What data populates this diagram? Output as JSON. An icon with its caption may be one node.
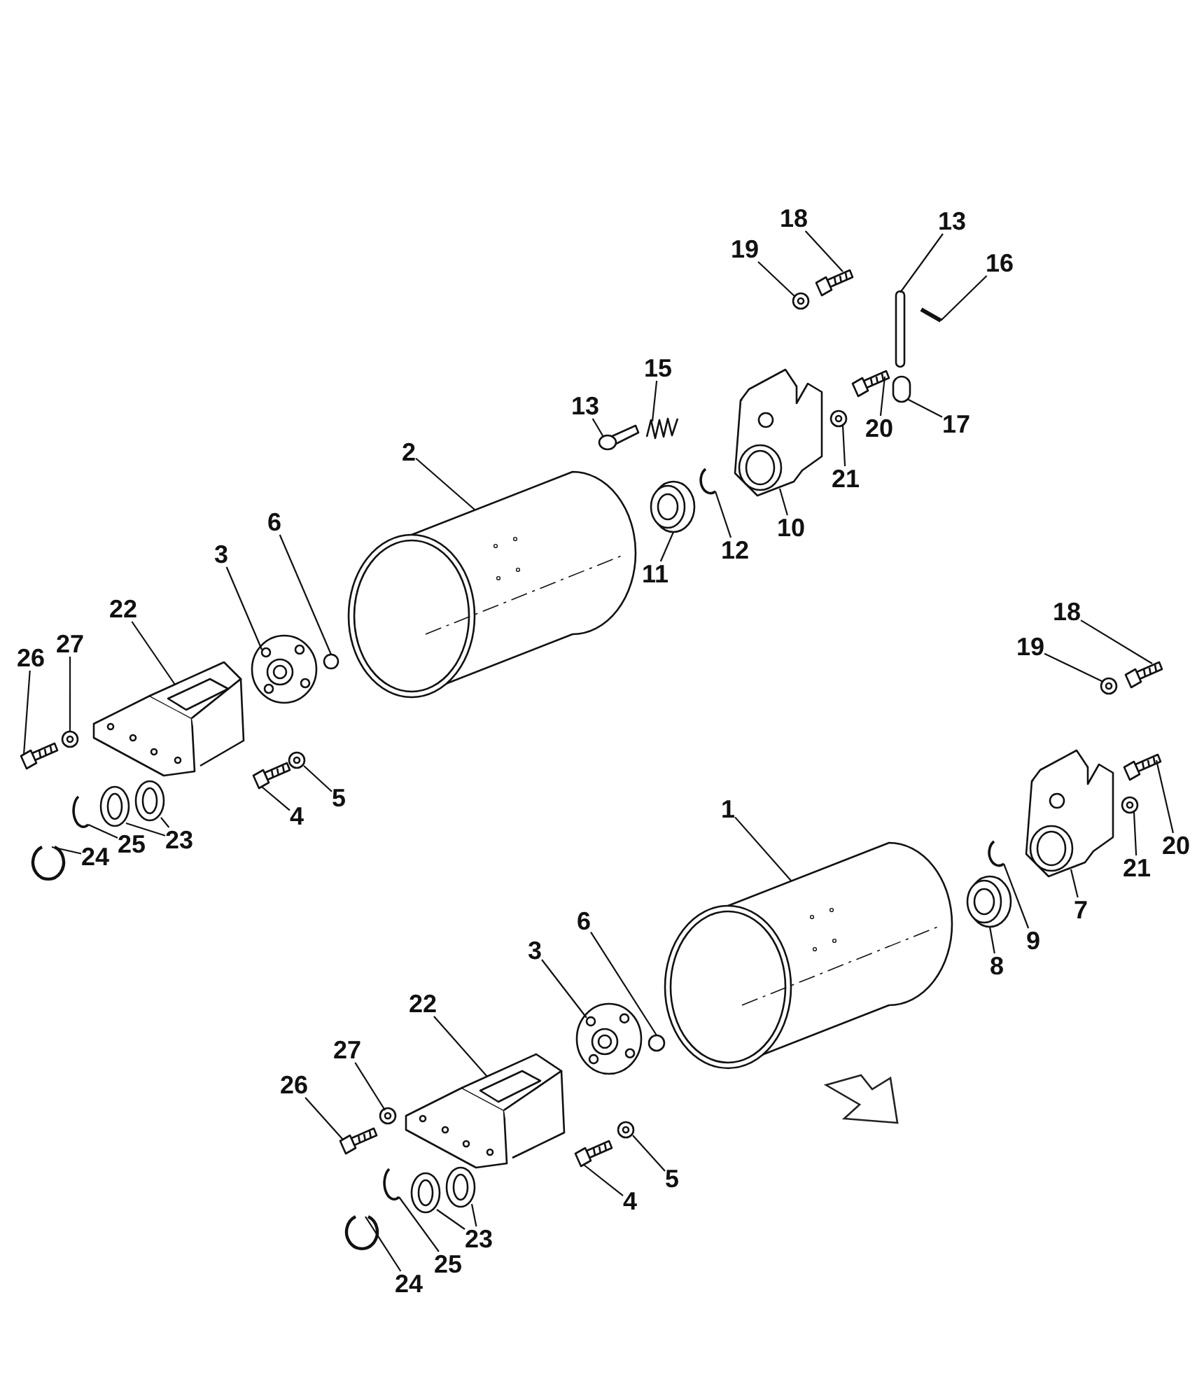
{
  "diagram": {
    "nodes": [
      {
        "text": [
          "2"
        ]
      },
      {
        "text": [],
        "shape": "picture"
      },
      {
        "text": [
          "3"
        ]
      },
      {
        "text": [],
        "shape": "picture"
      },
      {
        "text": [
          "6"
        ]
      },
      {
        "text": [],
        "shape": "circle"
      },
      {
        "text": [
          "22"
        ]
      },
      {
        "text": [],
        "shape": "picture"
      },
      {
        "text": [
          "27"
        ]
      },
      {
        "text": [],
        "shape": "picture"
      },
      {
        "text": [
          "26"
        ]
      },
      {
        "text": [],
        "shape": "picture"
      },
      {
        "text": [
          "4"
        ]
      },
      {
        "text": [],
        "shape": "picture"
      },
      {
        "text": [
          "5"
        ]
      },
      {
        "text": [],
        "shape": "picture"
      },
      {
        "text": [
          "23"
        ]
      },
      {
        "text": [],
        "shape": "picture"
      },
      {
        "text": [],
        "shape": "picture"
      },
      {
        "text": [
          "24"
        ]
      },
      {
        "text": [],
        "shape": "picture"
      },
      {
        "text": [
          "25"
        ]
      },
      {
        "text": [],
        "shape": "picture"
      },
      {
        "text": [
          "13"
        ]
      },
      {
        "text": [],
        "shape": "picture"
      },
      {
        "text": [
          "15"
        ]
      },
      {
        "text": [],
        "shape": "picture"
      },
      {
        "text": [
          "11"
        ]
      },
      {
        "text": [],
        "shape": "picture"
      },
      {
        "text": [
          "12"
        ]
      },
      {
        "text": [],
        "shape": "picture"
      },
      {
        "text": [
          "10"
        ]
      },
      {
        "text": [],
        "shape": "picture"
      },
      {
        "text": [
          "18"
        ]
      },
      {
        "text": [],
        "shape": "picture"
      },
      {
        "text": [
          "19"
        ]
      },
      {
        "text": [],
        "shape": "picture"
      },
      {
        "text": [
          "13"
        ]
      },
      {
        "text": [],
        "shape": "bar"
      },
      {
        "text": [
          "16"
        ]
      },
      {
        "text": [],
        "shape": "picture"
      },
      {
        "text": [
          "17"
        ]
      },
      {
        "text": [],
        "shape": "box"
      },
      {
        "text": [
          "20"
        ]
      },
      {
        "text": [],
        "shape": "picture"
      },
      {
        "text": [
          "21"
        ]
      },
      {
        "text": [],
        "shape": "picture"
      },
      {
        "text": [
          "18"
        ]
      },
      {
        "text": [],
        "shape": "picture"
      },
      {
        "text": [
          "19"
        ]
      },
      {
        "text": [],
        "shape": "picture"
      },
      {
        "text": [
          "20"
        ]
      },
      {
        "text": [],
        "shape": "picture"
      },
      {
        "text": [
          "21"
        ]
      },
      {
        "text": [],
        "shape": "picture"
      },
      {
        "text": [
          "7"
        ]
      },
      {
        "text": [],
        "shape": "picture"
      },
      {
        "text": [
          "8"
        ]
      },
      {
        "text": [],
        "shape": "picture"
      },
      {
        "text": [
          "9"
        ]
      },
      {
        "text": [],
        "shape": "picture"
      },
      {
        "text": [
          "1"
        ]
      },
      {
        "text": [],
        "shape": "picture"
      },
      {
        "text": [
          "3"
        ]
      },
      {
        "text": [],
        "shape": "picture"
      },
      {
        "text": [
          "6"
        ]
      },
      {
        "text": [],
        "shape": "circle"
      },
      {
        "text": [
          "22"
        ]
      },
      {
        "text": [],
        "shape": "picture"
      },
      {
        "text": [
          "27"
        ]
      },
      {
        "text": [],
        "shape": "picture"
      },
      {
        "text": [
          "26"
        ]
      },
      {
        "text": [],
        "shape": "picture"
      },
      {
        "text": [
          "4"
        ]
      },
      {
        "text": [],
        "shape": "picture"
      },
      {
        "text": [
          "5"
        ]
      },
      {
        "text": [],
        "shape": "picture"
      },
      {
        "text": [
          "23"
        ]
      },
      {
        "text": [],
        "shape": "picture"
      },
      {
        "text": [],
        "shape": "picture"
      },
      {
        "text": [
          "24"
        ]
      },
      {
        "text": [],
        "shape": "picture"
      },
      {
        "text": [
          "25"
        ]
      },
      {
        "text": [],
        "shape": "picture"
      }
    ],
    "edges": [
      {
        "from": 0,
        "to": 1,
        "arrow": "none"
      },
      {
        "from": 2,
        "to": 3,
        "arrow": "none"
      },
      {
        "from": 4,
        "to": 5,
        "arrow": "none"
      },
      {
        "from": 6,
        "to": 7,
        "arrow": "none"
      },
      {
        "from": 8,
        "to": 9,
        "arrow": "none"
      },
      {
        "from": 10,
        "to": 11,
        "arrow": "none"
      },
      {
        "from": 12,
        "to": 13,
        "arrow": "none"
      },
      {
        "from": 14,
        "to": 15,
        "arrow": "none"
      },
      {
        "from": 16,
        "to": 17,
        "arrow": "none"
      },
      {
        "from": 16,
        "to": 18,
        "arrow": "none"
      },
      {
        "from": 19,
        "to": 20,
        "arrow": "none"
      },
      {
        "from": 21,
        "to": 22,
        "arrow": "none"
      },
      {
        "from": 23,
        "to": 24,
        "arrow": "none"
      },
      {
        "from": 25,
        "to": 26,
        "arrow": "none"
      },
      {
        "from": 27,
        "to": 28,
        "arrow": "none"
      },
      {
        "from": 29,
        "to": 30,
        "arrow": "none"
      },
      {
        "from": 31,
        "to": 32,
        "arrow": "none"
      },
      {
        "from": 33,
        "to": 34,
        "arrow": "none"
      },
      {
        "from": 35,
        "to": 36,
        "arrow": "none"
      },
      {
        "from": 37,
        "to": 38,
        "arrow": "none"
      },
      {
        "from": 39,
        "to": 40,
        "arrow": "none"
      },
      {
        "from": 41,
        "to": 42,
        "arrow": "none"
      },
      {
        "from": 43,
        "to": 44,
        "arrow": "none"
      },
      {
        "from": 45,
        "to": 46,
        "arrow": "none"
      },
      {
        "from": 47,
        "to": 48,
        "arrow": "none"
      },
      {
        "from": 49,
        "to": 50,
        "arrow": "none"
      },
      {
        "from": 51,
        "to": 52,
        "arrow": "none"
      },
      {
        "from": 53,
        "to": 54,
        "arrow": "none"
      },
      {
        "from": 55,
        "to": 56,
        "arrow": "none"
      },
      {
        "from": 57,
        "to": 58,
        "arrow": "none"
      },
      {
        "from": 59,
        "to": 60,
        "arrow": "none"
      },
      {
        "from": 61,
        "to": 62,
        "arrow": "none"
      },
      {
        "from": 63,
        "to": 64,
        "arrow": "none"
      },
      {
        "from": 65,
        "to": 66,
        "arrow": "none"
      },
      {
        "from": 67,
        "to": 68,
        "arrow": "none"
      },
      {
        "from": 69,
        "to": 70,
        "arrow": "none"
      },
      {
        "from": 71,
        "to": 72,
        "arrow": "none"
      },
      {
        "from": 73,
        "to": 74,
        "arrow": "none"
      },
      {
        "from": 75,
        "to": 76,
        "arrow": "none"
      },
      {
        "from": 77,
        "to": 78,
        "arrow": "none"
      },
      {
        "from": 77,
        "to": 79,
        "arrow": "none"
      },
      {
        "from": 80,
        "to": 81,
        "arrow": "none"
      },
      {
        "from": 82,
        "to": 83,
        "arrow": "none"
      }
    ]
  }
}
